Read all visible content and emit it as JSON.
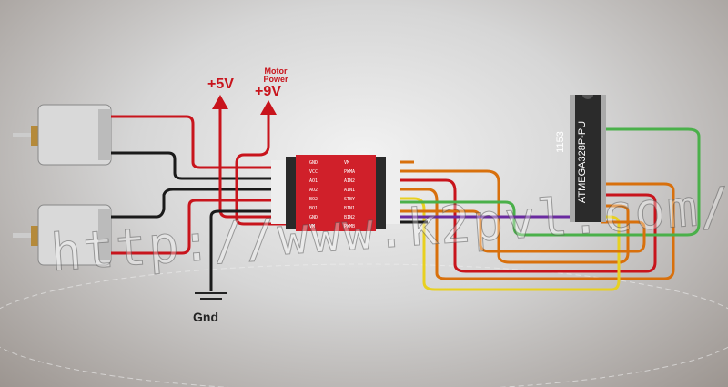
{
  "labels": {
    "plus5v": "+5V",
    "motor_power": "Motor Power",
    "plus9v": "+9V",
    "gnd": "Gnd"
  },
  "chip": {
    "line1": "1153",
    "line2": "ATMEGA328P-PU"
  },
  "driver_pins_left": [
    "GND",
    "VCC",
    "AO1",
    "AO2",
    "BO2",
    "BO1",
    "GND",
    "VM"
  ],
  "driver_pins_right": [
    "VM",
    "PWMA",
    "AIN2",
    "AIN1",
    "STBY",
    "BIN1",
    "BIN2",
    "PWMB"
  ],
  "watermark": "http://www.k2pvl.com/",
  "colors": {
    "red": "#c8141c",
    "orange": "#d8700c",
    "green": "#4ab04a",
    "yellow": "#e8d020",
    "purple": "#6a2aa0",
    "black": "#1a1a1a",
    "board": "#d0202a"
  }
}
